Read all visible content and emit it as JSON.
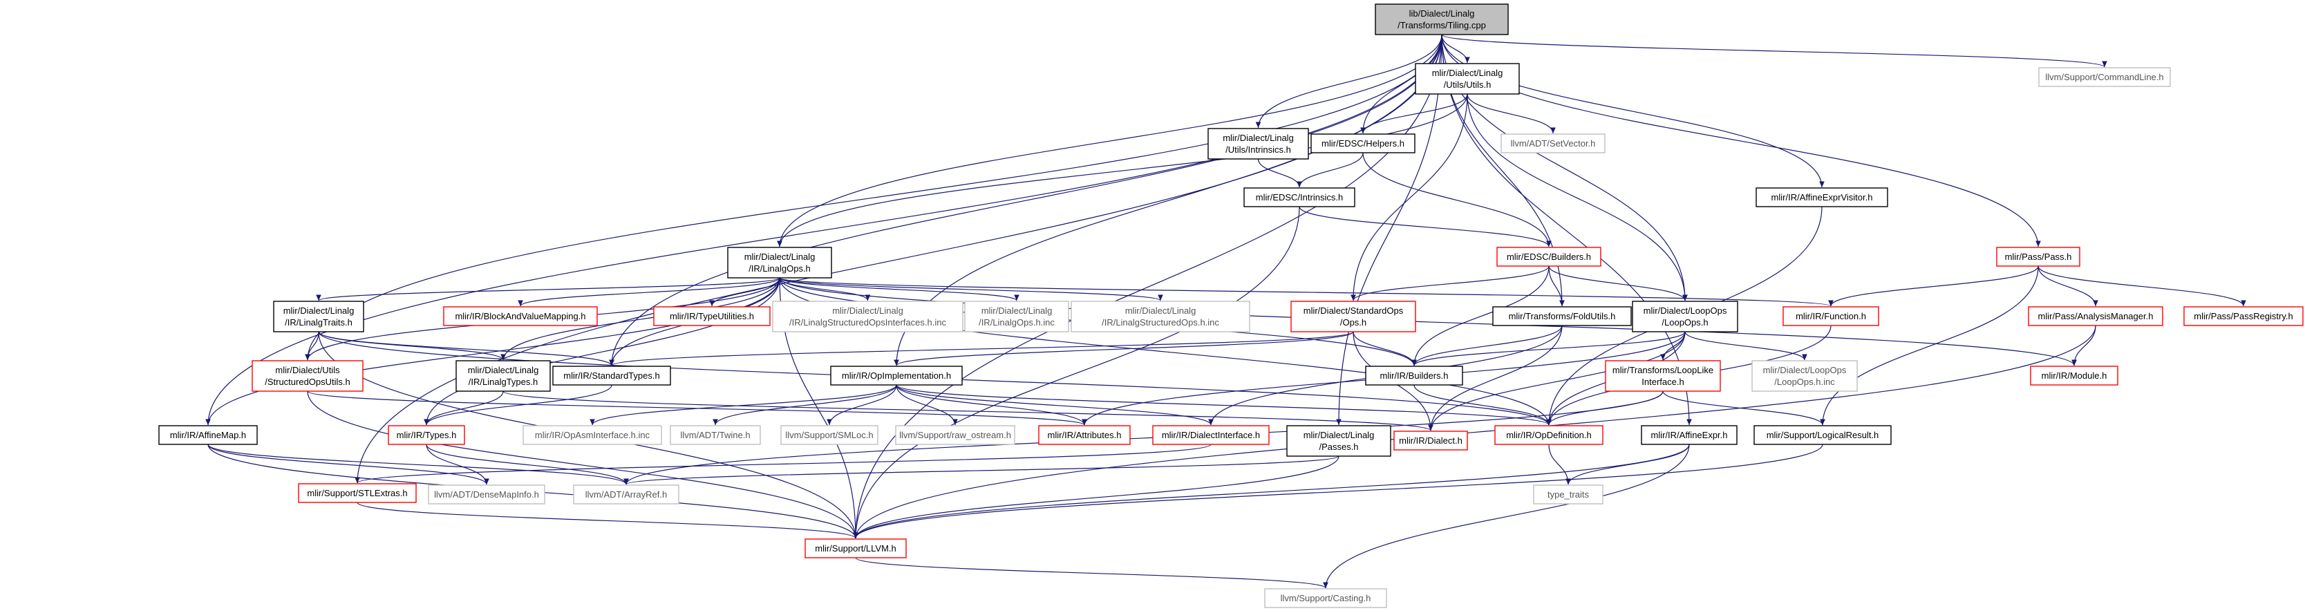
{
  "colors": {
    "include": "#000000",
    "missing": "#bfbfbf",
    "linked": "#ff0000",
    "root_fill": "#bfbfbf",
    "edge": "#191970",
    "edge_gray": "#404040"
  },
  "nodes": [
    {
      "id": "root",
      "lines": [
        "lib/Dialect/Linalg",
        "/Transforms/Tiling.cpp"
      ],
      "kind": "root"
    },
    {
      "id": "utils",
      "lines": [
        "mlir/Dialect/Linalg",
        "/Utils/Utils.h"
      ],
      "kind": "include"
    },
    {
      "id": "cmdline",
      "lines": [
        "llvm/Support/CommandLine.h"
      ],
      "kind": "missing"
    },
    {
      "id": "intrinsicsLin",
      "lines": [
        "mlir/Dialect/Linalg",
        "/Utils/Intrinsics.h"
      ],
      "kind": "include"
    },
    {
      "id": "edscHelpers",
      "lines": [
        "mlir/EDSC/Helpers.h"
      ],
      "kind": "include"
    },
    {
      "id": "setvector",
      "lines": [
        "llvm/ADT/SetVector.h"
      ],
      "kind": "missing"
    },
    {
      "id": "affineVisitor",
      "lines": [
        "mlir/IR/AffineExprVisitor.h"
      ],
      "kind": "include"
    },
    {
      "id": "edscIntrinsics",
      "lines": [
        "mlir/EDSC/Intrinsics.h"
      ],
      "kind": "include"
    },
    {
      "id": "linalgOps",
      "lines": [
        "mlir/Dialect/Linalg",
        "/IR/LinalgOps.h"
      ],
      "kind": "include"
    },
    {
      "id": "edscBuilders",
      "lines": [
        "mlir/EDSC/Builders.h"
      ],
      "kind": "linked"
    },
    {
      "id": "pass",
      "lines": [
        "mlir/Pass/Pass.h"
      ],
      "kind": "linked"
    },
    {
      "id": "linalgTraits",
      "lines": [
        "mlir/Dialect/Linalg",
        "/IR/LinalgTraits.h"
      ],
      "kind": "include"
    },
    {
      "id": "blockMapping",
      "lines": [
        "mlir/IR/BlockAndValueMapping.h"
      ],
      "kind": "linked"
    },
    {
      "id": "typeUtilities",
      "lines": [
        "mlir/IR/TypeUtilities.h"
      ],
      "kind": "linked"
    },
    {
      "id": "structIfaceInc",
      "lines": [
        "mlir/Dialect/Linalg",
        "/IR/LinalgStructuredOpsInterfaces.h.inc"
      ],
      "kind": "missing"
    },
    {
      "id": "linalgOpsInc",
      "lines": [
        "mlir/Dialect/Linalg",
        "/IR/LinalgOps.h.inc"
      ],
      "kind": "missing"
    },
    {
      "id": "structOpsInc",
      "lines": [
        "mlir/Dialect/Linalg",
        "/IR/LinalgStructuredOps.h.inc"
      ],
      "kind": "missing"
    },
    {
      "id": "stdOps",
      "lines": [
        "mlir/Dialect/StandardOps",
        "/Ops.h"
      ],
      "kind": "linked"
    },
    {
      "id": "foldUtils",
      "lines": [
        "mlir/Transforms/FoldUtils.h"
      ],
      "kind": "include"
    },
    {
      "id": "loopOps",
      "lines": [
        "mlir/Dialect/LoopOps",
        "/LoopOps.h"
      ],
      "kind": "include"
    },
    {
      "id": "function",
      "lines": [
        "mlir/IR/Function.h"
      ],
      "kind": "linked"
    },
    {
      "id": "analysisMgr",
      "lines": [
        "mlir/Pass/AnalysisManager.h"
      ],
      "kind": "linked"
    },
    {
      "id": "passRegistry",
      "lines": [
        "mlir/Pass/PassRegistry.h"
      ],
      "kind": "linked"
    },
    {
      "id": "structOpsUtils",
      "lines": [
        "mlir/Dialect/Utils",
        "/StructuredOpsUtils.h"
      ],
      "kind": "linked"
    },
    {
      "id": "linalgTypes",
      "lines": [
        "mlir/Dialect/Linalg",
        "/IR/LinalgTypes.h"
      ],
      "kind": "include"
    },
    {
      "id": "stdTypes",
      "lines": [
        "mlir/IR/StandardTypes.h"
      ],
      "kind": "include"
    },
    {
      "id": "opImpl",
      "lines": [
        "mlir/IR/OpImplementation.h"
      ],
      "kind": "include"
    },
    {
      "id": "builders",
      "lines": [
        "mlir/IR/Builders.h"
      ],
      "kind": "include"
    },
    {
      "id": "loopLike",
      "lines": [
        "mlir/Transforms/LoopLike",
        "Interface.h"
      ],
      "kind": "linked"
    },
    {
      "id": "loopOpsInc",
      "lines": [
        "mlir/Dialect/LoopOps",
        "/LoopOps.h.inc"
      ],
      "kind": "missing"
    },
    {
      "id": "module",
      "lines": [
        "mlir/IR/Module.h"
      ],
      "kind": "linked"
    },
    {
      "id": "affineMap",
      "lines": [
        "mlir/IR/AffineMap.h"
      ],
      "kind": "include"
    },
    {
      "id": "types",
      "lines": [
        "mlir/IR/Types.h"
      ],
      "kind": "linked"
    },
    {
      "id": "opAsmInc",
      "lines": [
        "mlir/IR/OpAsmInterface.h.inc"
      ],
      "kind": "missing"
    },
    {
      "id": "twine",
      "lines": [
        "llvm/ADT/Twine.h"
      ],
      "kind": "missing"
    },
    {
      "id": "smloc",
      "lines": [
        "llvm/Support/SMLoc.h"
      ],
      "kind": "missing"
    },
    {
      "id": "rawOstream",
      "lines": [
        "llvm/Support/raw_ostream.h"
      ],
      "kind": "missing"
    },
    {
      "id": "attributes",
      "lines": [
        "mlir/IR/Attributes.h"
      ],
      "kind": "linked"
    },
    {
      "id": "dialectIface",
      "lines": [
        "mlir/IR/DialectInterface.h"
      ],
      "kind": "linked"
    },
    {
      "id": "linalgPasses",
      "lines": [
        "mlir/Dialect/Linalg",
        "/Passes.h"
      ],
      "kind": "include"
    },
    {
      "id": "dialect",
      "lines": [
        "mlir/IR/Dialect.h"
      ],
      "kind": "linked"
    },
    {
      "id": "opDef",
      "lines": [
        "mlir/IR/OpDefinition.h"
      ],
      "kind": "linked"
    },
    {
      "id": "affineExpr",
      "lines": [
        "mlir/IR/AffineExpr.h"
      ],
      "kind": "include"
    },
    {
      "id": "logicalResult",
      "lines": [
        "mlir/Support/LogicalResult.h"
      ],
      "kind": "include"
    },
    {
      "id": "stlExtras",
      "lines": [
        "mlir/Support/STLExtras.h"
      ],
      "kind": "linked"
    },
    {
      "id": "denseMapInfo",
      "lines": [
        "llvm/ADT/DenseMapInfo.h"
      ],
      "kind": "missing"
    },
    {
      "id": "arrayRef",
      "lines": [
        "llvm/ADT/ArrayRef.h"
      ],
      "kind": "missing"
    },
    {
      "id": "typeTraits",
      "lines": [
        "type_traits"
      ],
      "kind": "missing"
    },
    {
      "id": "llvm",
      "lines": [
        "mlir/Support/LLVM.h"
      ],
      "kind": "linked"
    },
    {
      "id": "casting",
      "lines": [
        "llvm/Support/Casting.h"
      ],
      "kind": "missing"
    }
  ],
  "edges": [
    [
      "root",
      "utils"
    ],
    [
      "root",
      "cmdline"
    ],
    [
      "root",
      "intrinsicsLin"
    ],
    [
      "root",
      "edscHelpers"
    ],
    [
      "root",
      "affineVisitor"
    ],
    [
      "root",
      "linalgOps"
    ],
    [
      "root",
      "pass"
    ],
    [
      "root",
      "foldUtils"
    ],
    [
      "root",
      "loopOps"
    ],
    [
      "root",
      "affineMap"
    ],
    [
      "root",
      "linalgPasses"
    ],
    [
      "root",
      "affineExpr"
    ],
    [
      "root",
      "stlExtras"
    ],
    [
      "root",
      "llvm"
    ],
    [
      "root",
      "stdTypes"
    ],
    [
      "root",
      "structOpsUtils"
    ],
    [
      "root",
      "opImpl"
    ],
    [
      "utils",
      "edscHelpers"
    ],
    [
      "utils",
      "setvector"
    ],
    [
      "utils",
      "linalgOps"
    ],
    [
      "utils",
      "stdOps"
    ],
    [
      "utils",
      "loopOps"
    ],
    [
      "intrinsicsLin",
      "edscIntrinsics"
    ],
    [
      "edscHelpers",
      "edscIntrinsics"
    ],
    [
      "edscHelpers",
      "edscBuilders"
    ],
    [
      "edscIntrinsics",
      "edscBuilders"
    ],
    [
      "edscIntrinsics",
      "llvm"
    ],
    [
      "affineVisitor",
      "opDef"
    ],
    [
      "edscBuilders",
      "stdOps"
    ],
    [
      "edscBuilders",
      "foldUtils"
    ],
    [
      "edscBuilders",
      "loopOps"
    ],
    [
      "edscBuilders",
      "builders"
    ],
    [
      "pass",
      "function"
    ],
    [
      "pass",
      "analysisMgr"
    ],
    [
      "pass",
      "passRegistry"
    ],
    [
      "pass",
      "logicalResult"
    ],
    [
      "analysisMgr",
      "module"
    ],
    [
      "analysisMgr",
      "llvm"
    ],
    [
      "linalgOps",
      "linalgTraits"
    ],
    [
      "linalgOps",
      "blockMapping"
    ],
    [
      "linalgOps",
      "typeUtilities"
    ],
    [
      "linalgOps",
      "structIfaceInc"
    ],
    [
      "linalgOps",
      "linalgOpsInc"
    ],
    [
      "linalgOps",
      "structOpsInc"
    ],
    [
      "linalgOps",
      "function"
    ],
    [
      "linalgOps",
      "module"
    ],
    [
      "linalgOps",
      "structOpsUtils"
    ],
    [
      "linalgOps",
      "linalgTypes"
    ],
    [
      "linalgOps",
      "stdTypes"
    ],
    [
      "linalgOps",
      "builders"
    ],
    [
      "linalgOps",
      "affineMap"
    ],
    [
      "linalgOps",
      "types"
    ],
    [
      "linalgOps",
      "opDef"
    ],
    [
      "linalgOps",
      "llvm"
    ],
    [
      "linalgTraits",
      "structOpsUtils"
    ],
    [
      "linalgTraits",
      "linalgTypes"
    ],
    [
      "linalgTraits",
      "stdTypes"
    ],
    [
      "linalgTraits",
      "opDef"
    ],
    [
      "linalgTraits",
      "llvm"
    ],
    [
      "stdOps",
      "builders"
    ],
    [
      "stdOps",
      "opImpl"
    ],
    [
      "stdOps",
      "dialect"
    ],
    [
      "stdOps",
      "stdTypes"
    ],
    [
      "foldUtils",
      "builders"
    ],
    [
      "foldUtils",
      "dialect"
    ],
    [
      "foldUtils",
      "dialectIface"
    ],
    [
      "loopOps",
      "builders"
    ],
    [
      "loopOps",
      "loopLike"
    ],
    [
      "loopOps",
      "loopOpsInc"
    ],
    [
      "loopOps",
      "opDef"
    ],
    [
      "loopOps",
      "attributes"
    ],
    [
      "loopOps",
      "dialect"
    ],
    [
      "function",
      "opDef"
    ],
    [
      "structOpsUtils",
      "attributes"
    ],
    [
      "structOpsUtils",
      "llvm"
    ],
    [
      "linalgTypes",
      "types"
    ],
    [
      "linalgTypes",
      "dialect"
    ],
    [
      "stdTypes",
      "types"
    ],
    [
      "opImpl",
      "opAsmInc"
    ],
    [
      "opImpl",
      "twine"
    ],
    [
      "opImpl",
      "smloc"
    ],
    [
      "opImpl",
      "rawOstream"
    ],
    [
      "opImpl",
      "attributes"
    ],
    [
      "opImpl",
      "dialectIface"
    ],
    [
      "opImpl",
      "opDef"
    ],
    [
      "builders",
      "opDef"
    ],
    [
      "loopLike",
      "opDef"
    ],
    [
      "loopLike",
      "logicalResult"
    ],
    [
      "loopLike",
      "arrayRef"
    ],
    [
      "affineMap",
      "denseMapInfo"
    ],
    [
      "affineMap",
      "arrayRef"
    ],
    [
      "affineMap",
      "llvm"
    ],
    [
      "types",
      "denseMapInfo"
    ],
    [
      "types",
      "arrayRef"
    ],
    [
      "dialectIface",
      "stlExtras"
    ],
    [
      "linalgPasses",
      "arrayRef"
    ],
    [
      "linalgPasses",
      "llvm"
    ],
    [
      "opDef",
      "typeTraits"
    ],
    [
      "affineExpr",
      "typeTraits"
    ],
    [
      "affineExpr",
      "llvm"
    ],
    [
      "affineExpr",
      "casting"
    ],
    [
      "logicalResult",
      "llvm"
    ],
    [
      "stlExtras",
      "llvm"
    ],
    [
      "llvm",
      "casting"
    ]
  ]
}
